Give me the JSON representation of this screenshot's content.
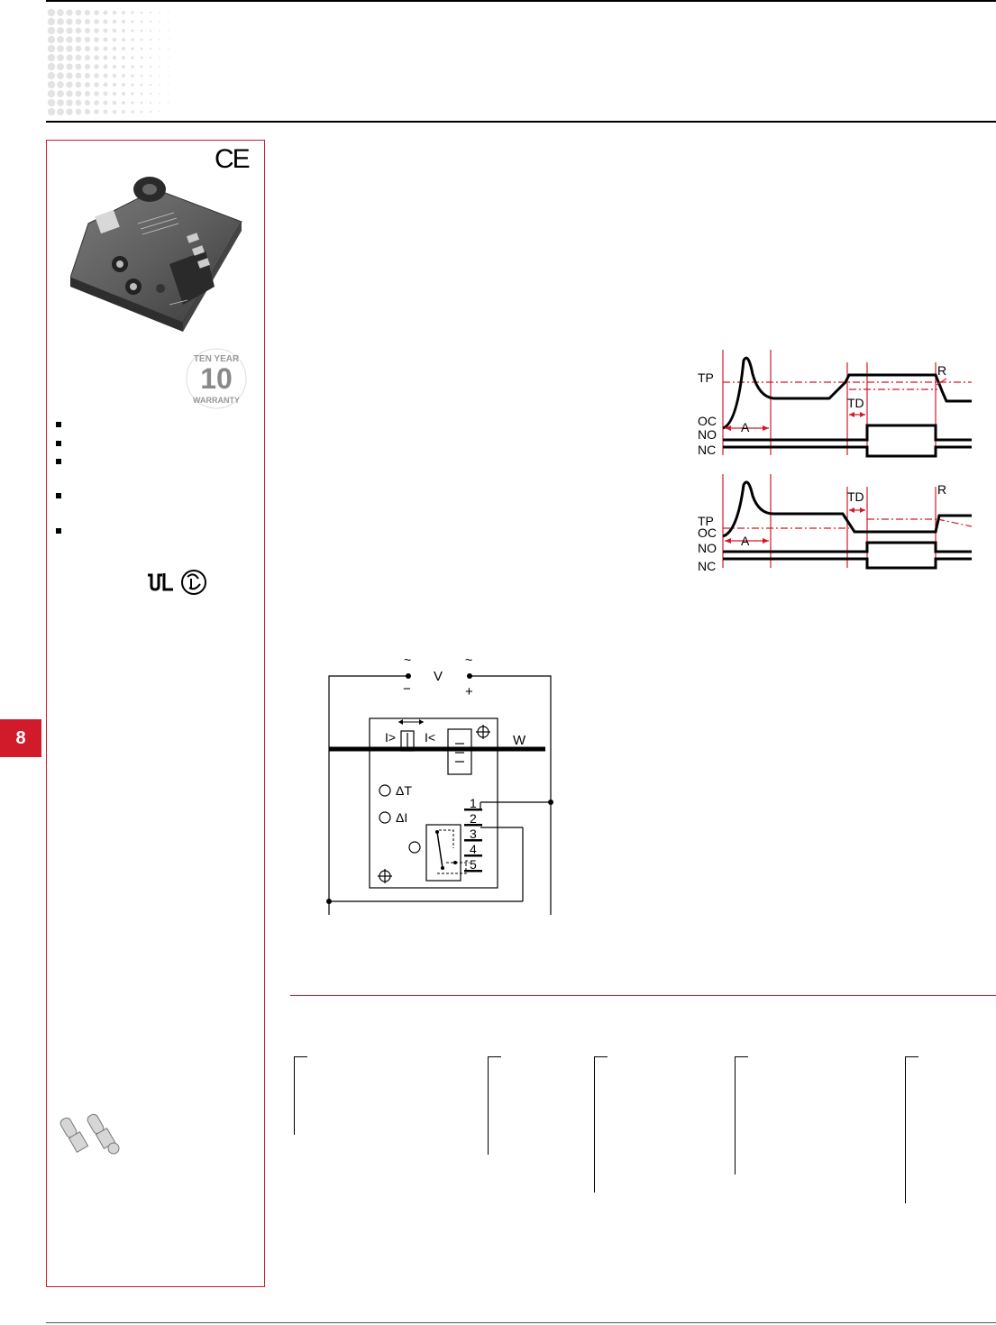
{
  "section_tab": {
    "number": "8"
  },
  "sidebar": {
    "ce_mark": "CE",
    "warranty_badge": {
      "top_text": "TEN YEAR",
      "number": "10",
      "bottom_text": "WARRANTY"
    },
    "bullet_count": 5
  },
  "timing_diagram_top": {
    "labels": {
      "tp": "TP",
      "oc": "OC",
      "no": "NO",
      "nc": "NC",
      "td": "TD",
      "r": "R",
      "a": "A"
    }
  },
  "timing_diagram_bottom": {
    "labels": {
      "tp": "TP",
      "oc": "OC",
      "no": "NO",
      "nc": "NC",
      "td": "TD",
      "r": "R",
      "a": "A"
    }
  },
  "wiring_diagram": {
    "labels": {
      "tilde_left": "~",
      "minus": "−",
      "v": "V",
      "tilde_right": "~",
      "plus": "+",
      "i_greater": "I>",
      "i_less": "I<",
      "w": "W",
      "delta_t": "ΔT",
      "delta_i": "ΔI",
      "t1": "1",
      "t2": "2",
      "t3": "3",
      "t4": "4",
      "t5": "5"
    }
  },
  "colors": {
    "accent_red": "#d11a2a",
    "text": "#000000"
  }
}
